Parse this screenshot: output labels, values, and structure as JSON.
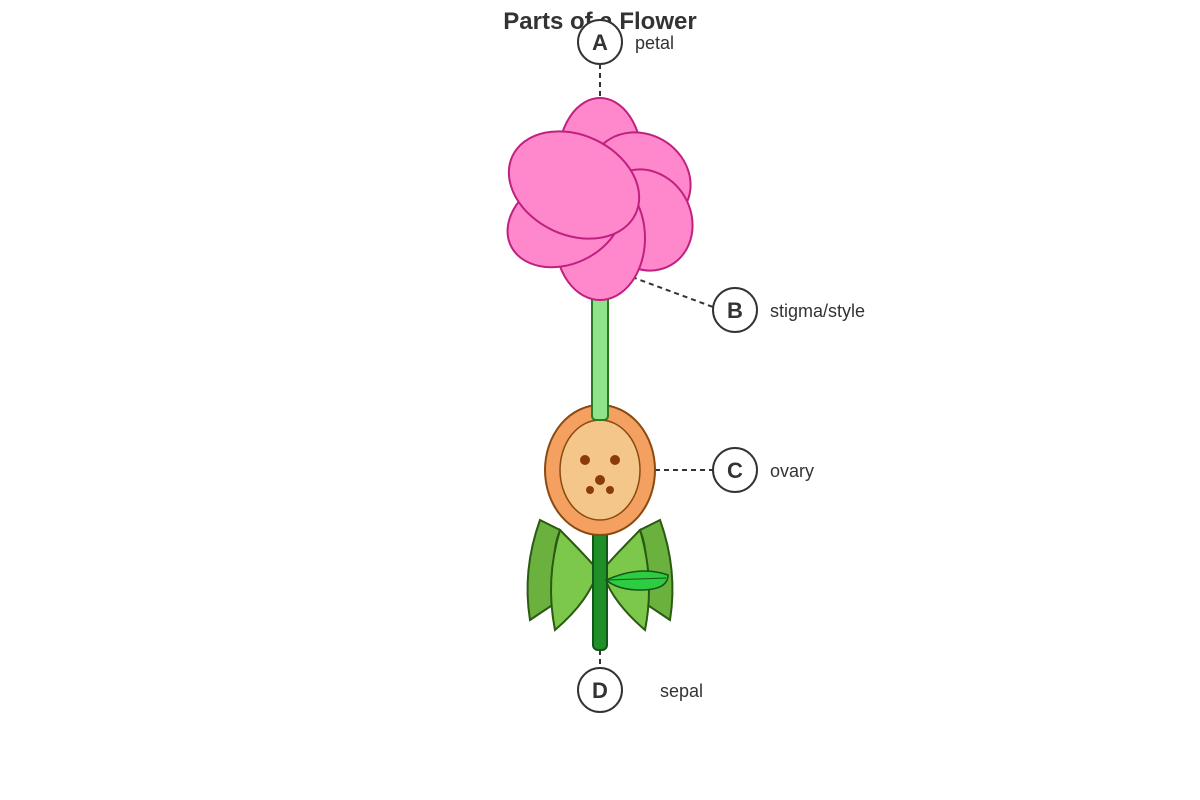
{
  "title": "Parts of a Flower",
  "labels": {
    "a": {
      "letter": "A",
      "text": "petal"
    },
    "b": {
      "letter": "B",
      "text": "stigma/style"
    },
    "c": {
      "letter": "C",
      "text": "ovary"
    },
    "d": {
      "letter": "D",
      "text": "sepal"
    }
  },
  "colors": {
    "petal_fill": "#ff88cc",
    "petal_stroke": "#c0207f",
    "style_fill": "#90e38a",
    "ovary_outer": "#f4a060",
    "ovary_inner": "#f4c68a",
    "ovary_stroke": "#8a4a10",
    "ovule": "#8b3a0a",
    "sepal_dark": "#6bb13e",
    "sepal_light": "#7cc84a",
    "stem": "#1f8f2a",
    "leaf": "#2ecc40",
    "outline_dark": "#2b5a12",
    "text": "#333333"
  }
}
